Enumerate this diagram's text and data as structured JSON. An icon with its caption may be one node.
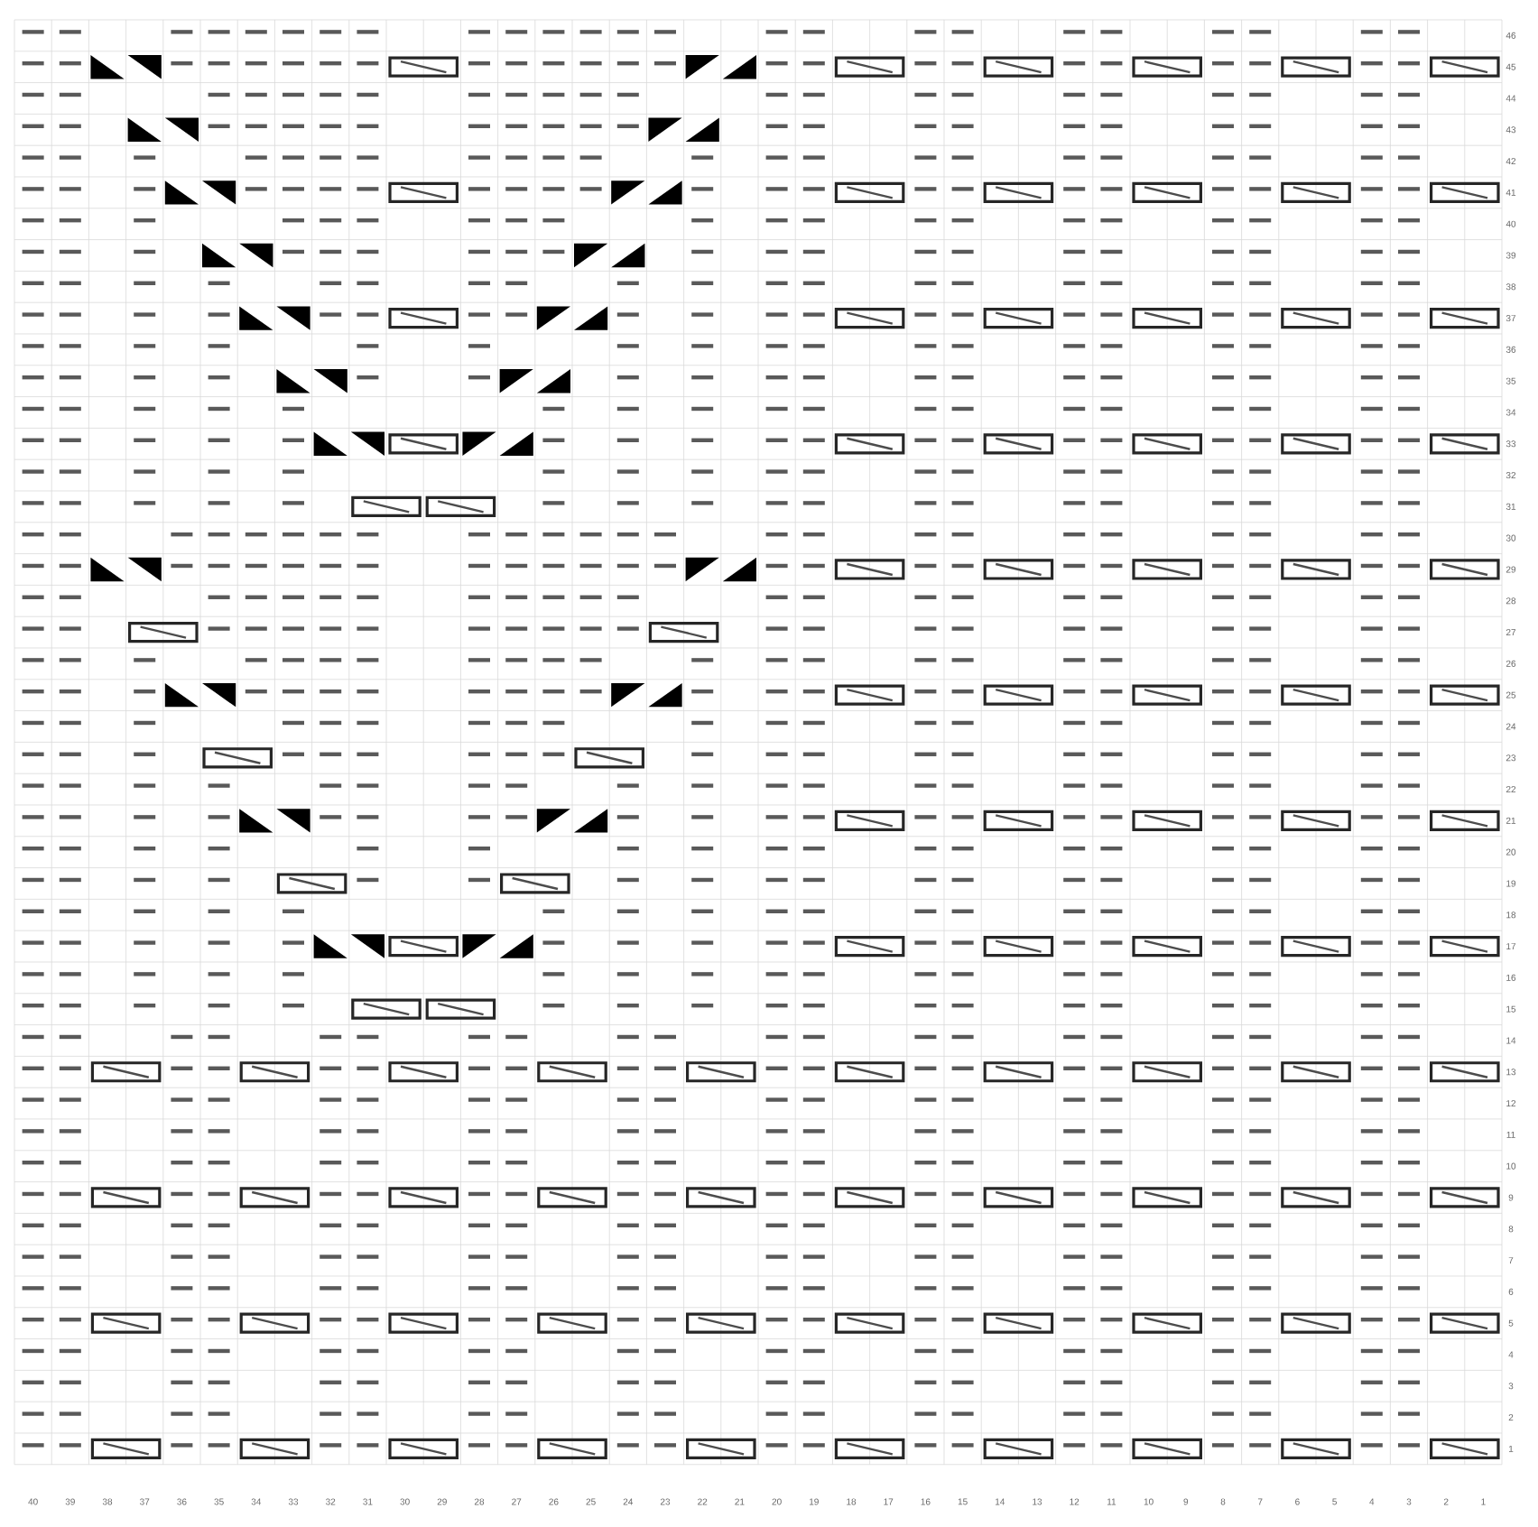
{
  "diagram": {
    "labels": [
      "46",
      "45",
      "44",
      "43",
      "42",
      "41",
      "40",
      "39",
      "38",
      "37",
      "36",
      "35",
      "34",
      "33",
      "32",
      "31",
      "30",
      "29",
      "28",
      "27",
      "26",
      "25",
      "24",
      "23",
      "22",
      "21",
      "20",
      "19",
      "18",
      "17",
      "16",
      "15",
      "14",
      "13",
      "12",
      "11",
      "10",
      "9",
      "8",
      "7",
      "6",
      "5",
      "4",
      "3",
      "2",
      "1",
      "40",
      "39",
      "38",
      "37",
      "36",
      "35",
      "34",
      "33",
      "32",
      "31",
      "30",
      "29",
      "28",
      "27",
      "26",
      "25",
      "24",
      "23",
      "22",
      "21",
      "20",
      "19",
      "18",
      "17",
      "16",
      "15",
      "14",
      "13",
      "12",
      "11",
      "10",
      "9",
      "8",
      "7",
      "6",
      "5",
      "4",
      "3",
      "2",
      "1"
    ]
  }
}
